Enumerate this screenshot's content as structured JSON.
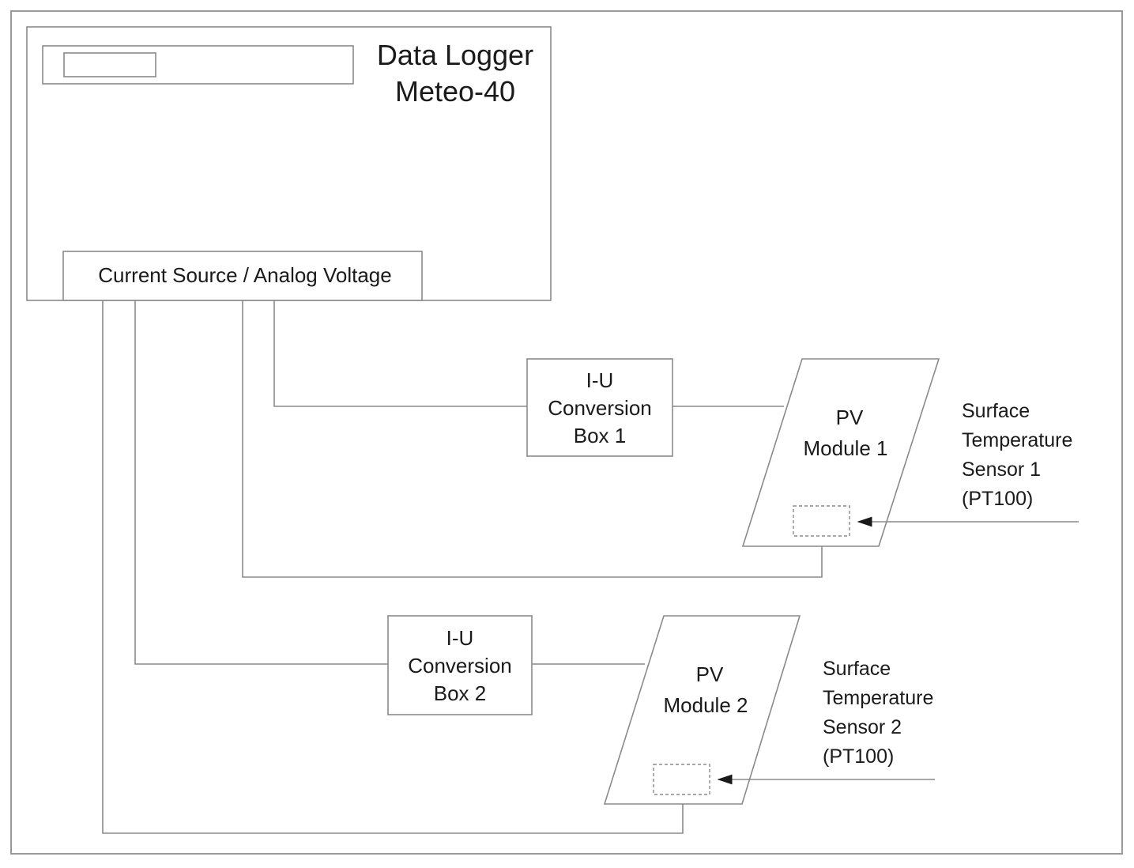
{
  "data_logger": {
    "title_line1": "Data Logger",
    "title_line2": "Meteo-40",
    "port_label": "Current Source / Analog Voltage"
  },
  "conversion_box_1": {
    "line1": "I-U",
    "line2": "Conversion",
    "line3": "Box 1"
  },
  "conversion_box_2": {
    "line1": "I-U",
    "line2": "Conversion",
    "line3": "Box 2"
  },
  "pv_module_1": {
    "line1": "PV",
    "line2": "Module 1"
  },
  "pv_module_2": {
    "line1": "PV",
    "line2": "Module 2"
  },
  "sensor_1": {
    "line1": "Surface",
    "line2": "Temperature",
    "line3": "Sensor 1",
    "line4": "(PT100)"
  },
  "sensor_2": {
    "line1": "Surface",
    "line2": "Temperature",
    "line3": "Sensor 2",
    "line4": "(PT100)"
  }
}
